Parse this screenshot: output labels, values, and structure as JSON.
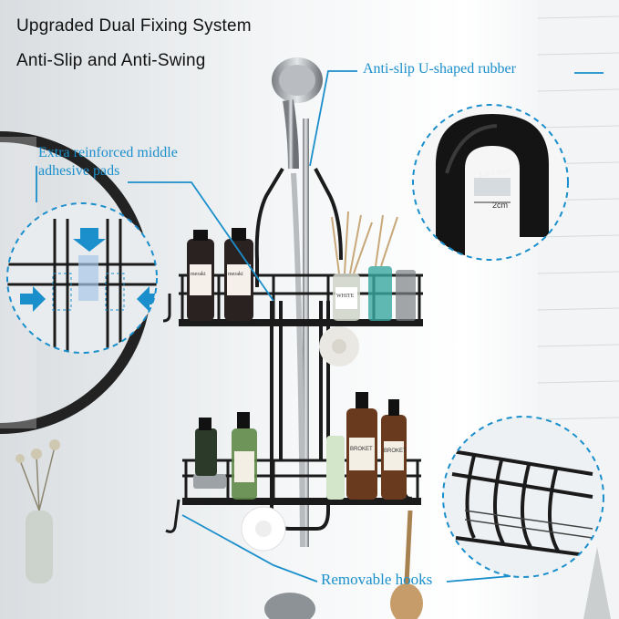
{
  "headlines": {
    "line1": "Upgraded Dual Fixing System",
    "line2": "Anti-Slip and Anti-Swing"
  },
  "callouts": {
    "rubber": "Anti-slip U-shaped rubber",
    "adhesive": "Extra reinforced middle adhesive pads",
    "hooks": "Removable hooks"
  },
  "dimensions": {
    "gap": "1.5-1.8cm",
    "width": "2cm"
  },
  "bottle_labels": {
    "left1": "meraki",
    "left2": "meraki",
    "reed": "WHITE",
    "right1": "BROKET",
    "right2": "BROKET"
  },
  "colors": {
    "accent": "#1a8fcc",
    "rack": "#1b1b1b"
  }
}
